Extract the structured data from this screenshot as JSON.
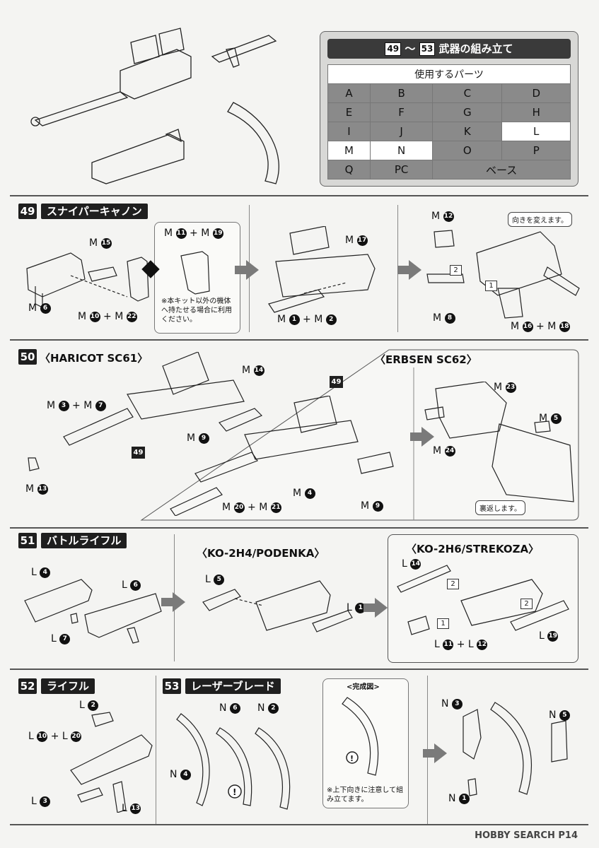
{
  "header": {
    "title_from": "49",
    "title_tilde": "～",
    "title_to": "53",
    "title_text": "武器の組み立て",
    "parts_heading": "使用するパーツ",
    "parts_rows": [
      [
        {
          "t": "A",
          "s": "dk"
        },
        {
          "t": "B",
          "s": "dk"
        },
        {
          "t": "C",
          "s": "dk"
        },
        {
          "t": "D",
          "s": "dk"
        }
      ],
      [
        {
          "t": "E",
          "s": "dk"
        },
        {
          "t": "F",
          "s": "dk"
        },
        {
          "t": "G",
          "s": "dk"
        },
        {
          "t": "H",
          "s": "dk"
        }
      ],
      [
        {
          "t": "I",
          "s": "dk"
        },
        {
          "t": "J",
          "s": "dk"
        },
        {
          "t": "K",
          "s": "dk"
        },
        {
          "t": "L",
          "s": "lt"
        }
      ],
      [
        {
          "t": "M",
          "s": "lt"
        },
        {
          "t": "N",
          "s": "lt"
        },
        {
          "t": "O",
          "s": "dk"
        },
        {
          "t": "P",
          "s": "dk"
        }
      ]
    ],
    "parts_last_row": [
      "Q",
      "PC",
      "ベース"
    ]
  },
  "s49": {
    "num": "49",
    "title": "スナイパーキャノン",
    "m15": "M",
    "m15n": "15",
    "m6": "M",
    "m6n": "6",
    "m10": "M",
    "m10n": "10",
    "plus": "+",
    "m22": "M",
    "m22n": "22",
    "alt_a": "M",
    "alt_an": "11",
    "alt_b": "M",
    "alt_bn": "19",
    "alt_note": "※本キット以外の機体へ持たせる場合に利用ください。",
    "m17": "M",
    "m17n": "17",
    "m1": "M",
    "m1n": "1",
    "m2": "M",
    "m2n": "2",
    "m12": "M",
    "m12n": "12",
    "callout": "向きを変えます。",
    "step2": "2",
    "step1": "1",
    "m8": "M",
    "m8n": "8",
    "m16": "M",
    "m16n": "16",
    "m18": "M",
    "m18n": "18"
  },
  "s50": {
    "num": "50",
    "title": "〈HARICOT SC61〉",
    "sub": "〈ERBSEN SC62〉",
    "m3": "M",
    "m3n": "3",
    "m7": "M",
    "m7n": "7",
    "m14": "M",
    "m14n": "14",
    "m9": "M",
    "m9n": "9",
    "ref49": "49",
    "m13": "M",
    "m13n": "13",
    "m4": "M",
    "m4n": "4",
    "m20": "M",
    "m20n": "20",
    "m21": "M",
    "m21n": "21",
    "m9b": "M",
    "m9bn": "9",
    "m23": "M",
    "m23n": "23",
    "m24": "M",
    "m24n": "24",
    "m5": "M",
    "m5n": "5",
    "callout": "裏返します。"
  },
  "s51": {
    "num": "51",
    "title": "バトルライフル",
    "sub1": "〈KO-2H4/PODENKA〉",
    "sub2": "〈KO-2H6/STREKOZA〉",
    "l4": "L",
    "l4n": "4",
    "l6": "L",
    "l6n": "6",
    "l7": "L",
    "l7n": "7",
    "l5": "L",
    "l5n": "5",
    "l1": "L",
    "l1n": "1",
    "l14": "L",
    "l14n": "14",
    "l19": "L",
    "l19n": "19",
    "l11": "L",
    "l11n": "11",
    "l12": "L",
    "l12n": "12",
    "step2": "2",
    "step1": "1"
  },
  "s52": {
    "num": "52",
    "title": "ライフル",
    "l2": "L",
    "l2n": "2",
    "l10": "L",
    "l10n": "10",
    "l20": "L",
    "l20n": "20",
    "l3": "L",
    "l3n": "3",
    "l13": "L",
    "l13n": "13"
  },
  "s53": {
    "num": "53",
    "title": "レーザーブレード",
    "n6": "N",
    "n6n": "6",
    "n2": "N",
    "n2n": "2",
    "n4": "N",
    "n4n": "4",
    "done_title": "<完成図>",
    "done_note": "※上下向きに注意して組み立てます。",
    "n3": "N",
    "n3n": "3",
    "n5": "N",
    "n5n": "5",
    "n1": "N",
    "n1n": "1"
  },
  "footer": {
    "watermark": "HOBBY SEARCH",
    "page": "P14"
  }
}
